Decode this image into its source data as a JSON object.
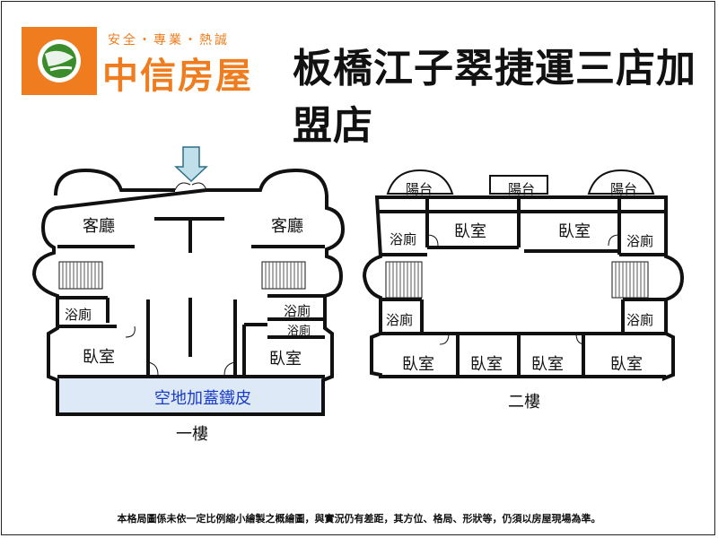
{
  "brand": {
    "slogan": "安全・專業・熱誠",
    "name": "中信房屋",
    "store": "板橋江子翠捷運三店加盟店",
    "colors": {
      "orange": "#ef7d1f",
      "green": "#3a8d2a"
    }
  },
  "floor1": {
    "caption": "一樓",
    "rooms": {
      "living_left": "客廳",
      "living_right": "客廳",
      "bath_left": "浴廁",
      "bath_right_1": "浴廁",
      "bath_right_2": "浴廁",
      "bed_left": "臥室",
      "bed_right": "臥室",
      "annex": "空地加蓋鐵皮"
    }
  },
  "floor2": {
    "caption": "二樓",
    "rooms": {
      "balcony_left": "陽台",
      "balcony_mid": "陽台",
      "balcony_right": "陽台",
      "bed_top_left": "臥室",
      "bed_top_right": "臥室",
      "bath_tl": "浴廁",
      "bath_tr": "浴廁",
      "bath_ml": "浴廁",
      "bath_mr": "浴廁",
      "bed_b1": "臥室",
      "bed_b2": "臥室",
      "bed_b3": "臥室",
      "bed_b4": "臥室"
    }
  },
  "disclaimer": "本格局圖係未依一定比例縮小繪製之概繪圖，與實況仍有差距，其方位、格局、形狀等，仍須以房屋現場為準。"
}
